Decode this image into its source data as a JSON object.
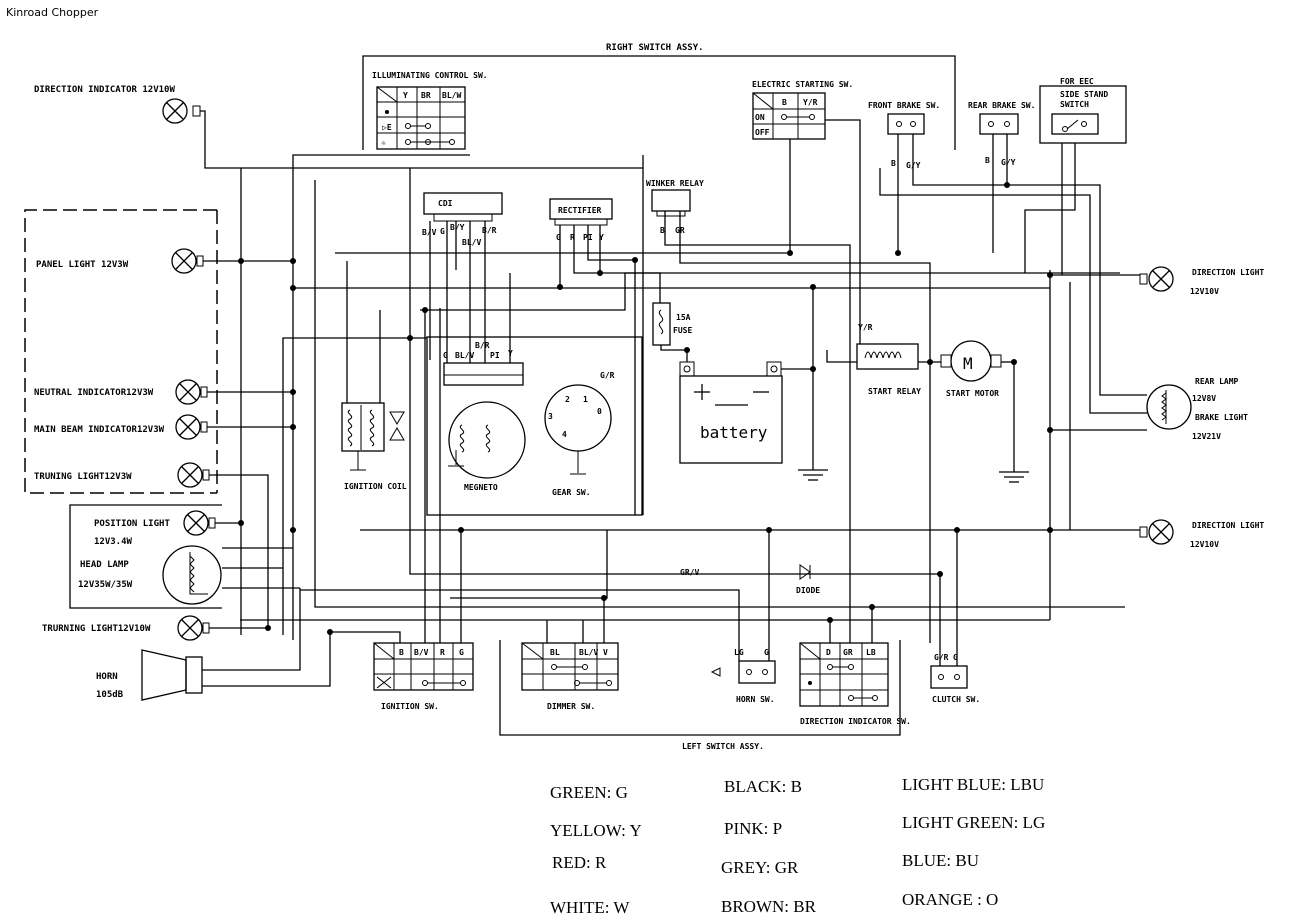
{
  "title": "Kinroad Chopper",
  "groups": {
    "right_switch": "RIGHT SWITCH ASSY.",
    "left_switch": "LEFT SWITCH ASSY."
  },
  "components": {
    "direction_indicator": "DIRECTION INDICATOR 12V10W",
    "panel_light": "PANEL LIGHT 12V3W",
    "neutral_indicator": "NEUTRAL INDICATOR12V3W",
    "main_beam_indicator": "MAIN BEAM INDICATOR12V3W",
    "truning_light": "TRUNING LIGHT12V3W",
    "position_light": "POSITION LIGHT",
    "position_light_rating": "12V3.4W",
    "head_lamp": "HEAD LAMP",
    "head_lamp_rating": "12V35W/35W",
    "trurning_light": "TRURNING LIGHT12V10W",
    "horn": "HORN",
    "horn_rating": "105dB",
    "illuminating_control": "ILLUMINATING CONTROL SW.",
    "electric_starting": "ELECTRIC STARTING SW.",
    "front_brake": "FRONT BRAKE SW.",
    "rear_brake": "REAR BRAKE SW.",
    "for_eec": "FOR EEC",
    "side_stand": "SIDE STAND",
    "switch": "SWITCH",
    "cdi": "CDI",
    "rectifier": "RECTIFIER",
    "winker_relay": "WINKER RELAY",
    "fuse": "15A",
    "fuse_word": "FUSE",
    "battery": "battery",
    "start_relay": "START RELAY",
    "start_motor": "START MOTOR",
    "motor_symbol": "M",
    "direction_light": "DIRECTION LIGHT",
    "direction_light_rating": "12V10V",
    "rear_lamp": "REAR LAMP",
    "rear_lamp_rating": "12V8V",
    "brake_light": "BRAKE LIGHT",
    "brake_light_rating": "12V21V",
    "ignition_coil": "IGNITION COIL",
    "magneto": "MEGNETO",
    "gear_sw": "GEAR SW.",
    "diode": "DIODE",
    "ignition_sw": "IGNITION SW.",
    "dimmer_sw": "DIMMER SW.",
    "horn_sw": "HORN SW.",
    "direction_indicator_sw": "DIRECTION INDICATOR SW.",
    "clutch_sw": "CLUTCH SW."
  },
  "wire_labels": {
    "y": "Y",
    "br": "BR",
    "blw": "BL/W",
    "b": "B",
    "yr": "Y/R",
    "on": "ON",
    "off": "OFF",
    "gy": "G/Y",
    "bv": "B/V",
    "g": "G",
    "by": "B/Y",
    "blv": "BL/V",
    "br2": "B/R",
    "r": "R",
    "pi": "PI",
    "gr": "GR",
    "gr_slash": "G/R",
    "grv": "GR/V",
    "lg": "LG",
    "bl": "BL",
    "v": "V",
    "lb": "LB",
    "d": "D",
    "gear_1": "1",
    "gear_2": "2",
    "gear_3": "3",
    "gear_4": "4",
    "gear_0": "0"
  },
  "legend": [
    {
      "text": "GREEN: G"
    },
    {
      "text": "YELLOW: Y"
    },
    {
      "text": "RED: R"
    },
    {
      "text": "WHITE: W"
    },
    {
      "text": "BLACK: B"
    },
    {
      "text": "PINK: P"
    },
    {
      "text": "GREY: GR"
    },
    {
      "text": "BROWN: BR"
    },
    {
      "text": "LIGHT BLUE: LBU"
    },
    {
      "text": "LIGHT GREEN: LG"
    },
    {
      "text": "BLUE: BU"
    },
    {
      "text": "ORANGE :  O"
    }
  ]
}
